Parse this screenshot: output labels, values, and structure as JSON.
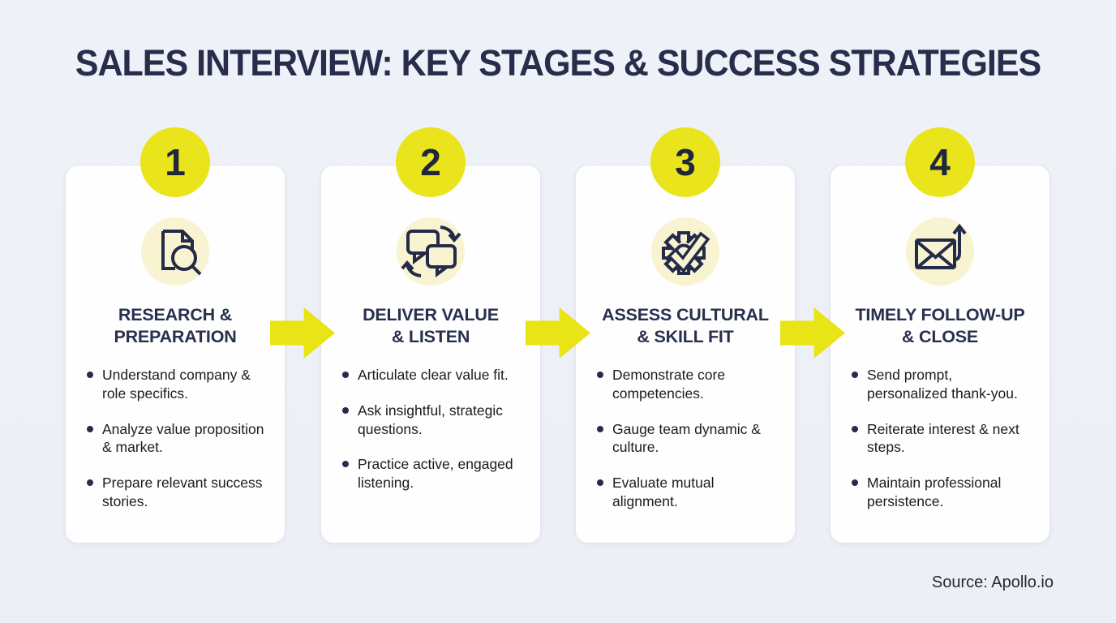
{
  "page": {
    "title": "SALES INTERVIEW: KEY STAGES & SUCCESS STRATEGIES",
    "source": "Source: Apollo.io"
  },
  "colors": {
    "background": "#edf0f6",
    "card_background": "#fefefe",
    "card_border": "#e2e6ed",
    "accent_yellow": "#e9e415",
    "pale_yellow": "#f8f3d0",
    "navy": "#28304e",
    "body_text": "#1a1a22"
  },
  "stages": [
    {
      "number": "1",
      "icon": "document-search-icon",
      "title_lines": [
        "RESEARCH &",
        "PREPARATION"
      ],
      "bullets": [
        "Understand company & role specifics.",
        "Analyze value proposition & market.",
        "Prepare relevant success stories."
      ]
    },
    {
      "number": "2",
      "icon": "chat-exchange-icon",
      "title_lines": [
        "DELIVER VALUE",
        "& LISTEN"
      ],
      "bullets": [
        "Articulate clear value fit.",
        "Ask insightful, strategic questions.",
        "Practice active, engaged listening."
      ]
    },
    {
      "number": "3",
      "icon": "gear-check-icon",
      "title_lines": [
        "ASSESS CULTURAL",
        "& SKILL FIT"
      ],
      "bullets": [
        "Demonstrate core competencies.",
        "Gauge team dynamic & culture.",
        "Evaluate mutual alignment."
      ]
    },
    {
      "number": "4",
      "icon": "mail-send-icon",
      "title_lines": [
        "TIMELY FOLLOW-UP",
        "& CLOSE"
      ],
      "bullets": [
        "Send prompt, personalized thank-you.",
        "Reiterate interest & next steps.",
        "Maintain professional persistence."
      ]
    }
  ]
}
